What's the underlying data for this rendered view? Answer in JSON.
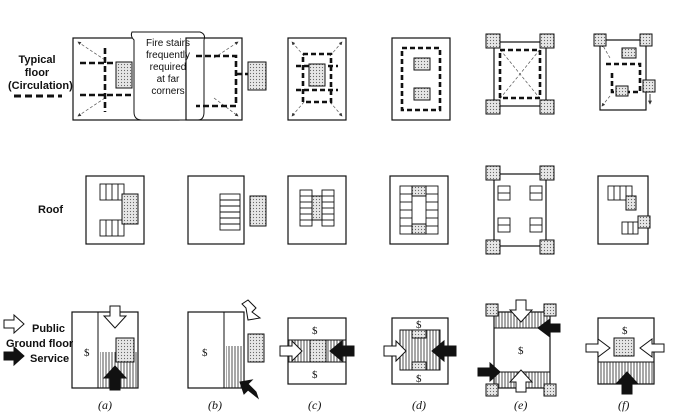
{
  "row_labels": {
    "typical_floor": [
      "Typical",
      "floor",
      "(Circulation)"
    ],
    "roof": "Roof",
    "legend": {
      "public": "Public",
      "ground_floor": "Ground floor",
      "service": "Service"
    }
  },
  "callout": [
    "Fire stairs",
    "frequently",
    "required",
    "at far",
    "corners"
  ],
  "money_symbol": "$",
  "captions": [
    "(a)",
    "(b)",
    "(c)",
    "(d)",
    "(e)",
    "(f)"
  ]
}
